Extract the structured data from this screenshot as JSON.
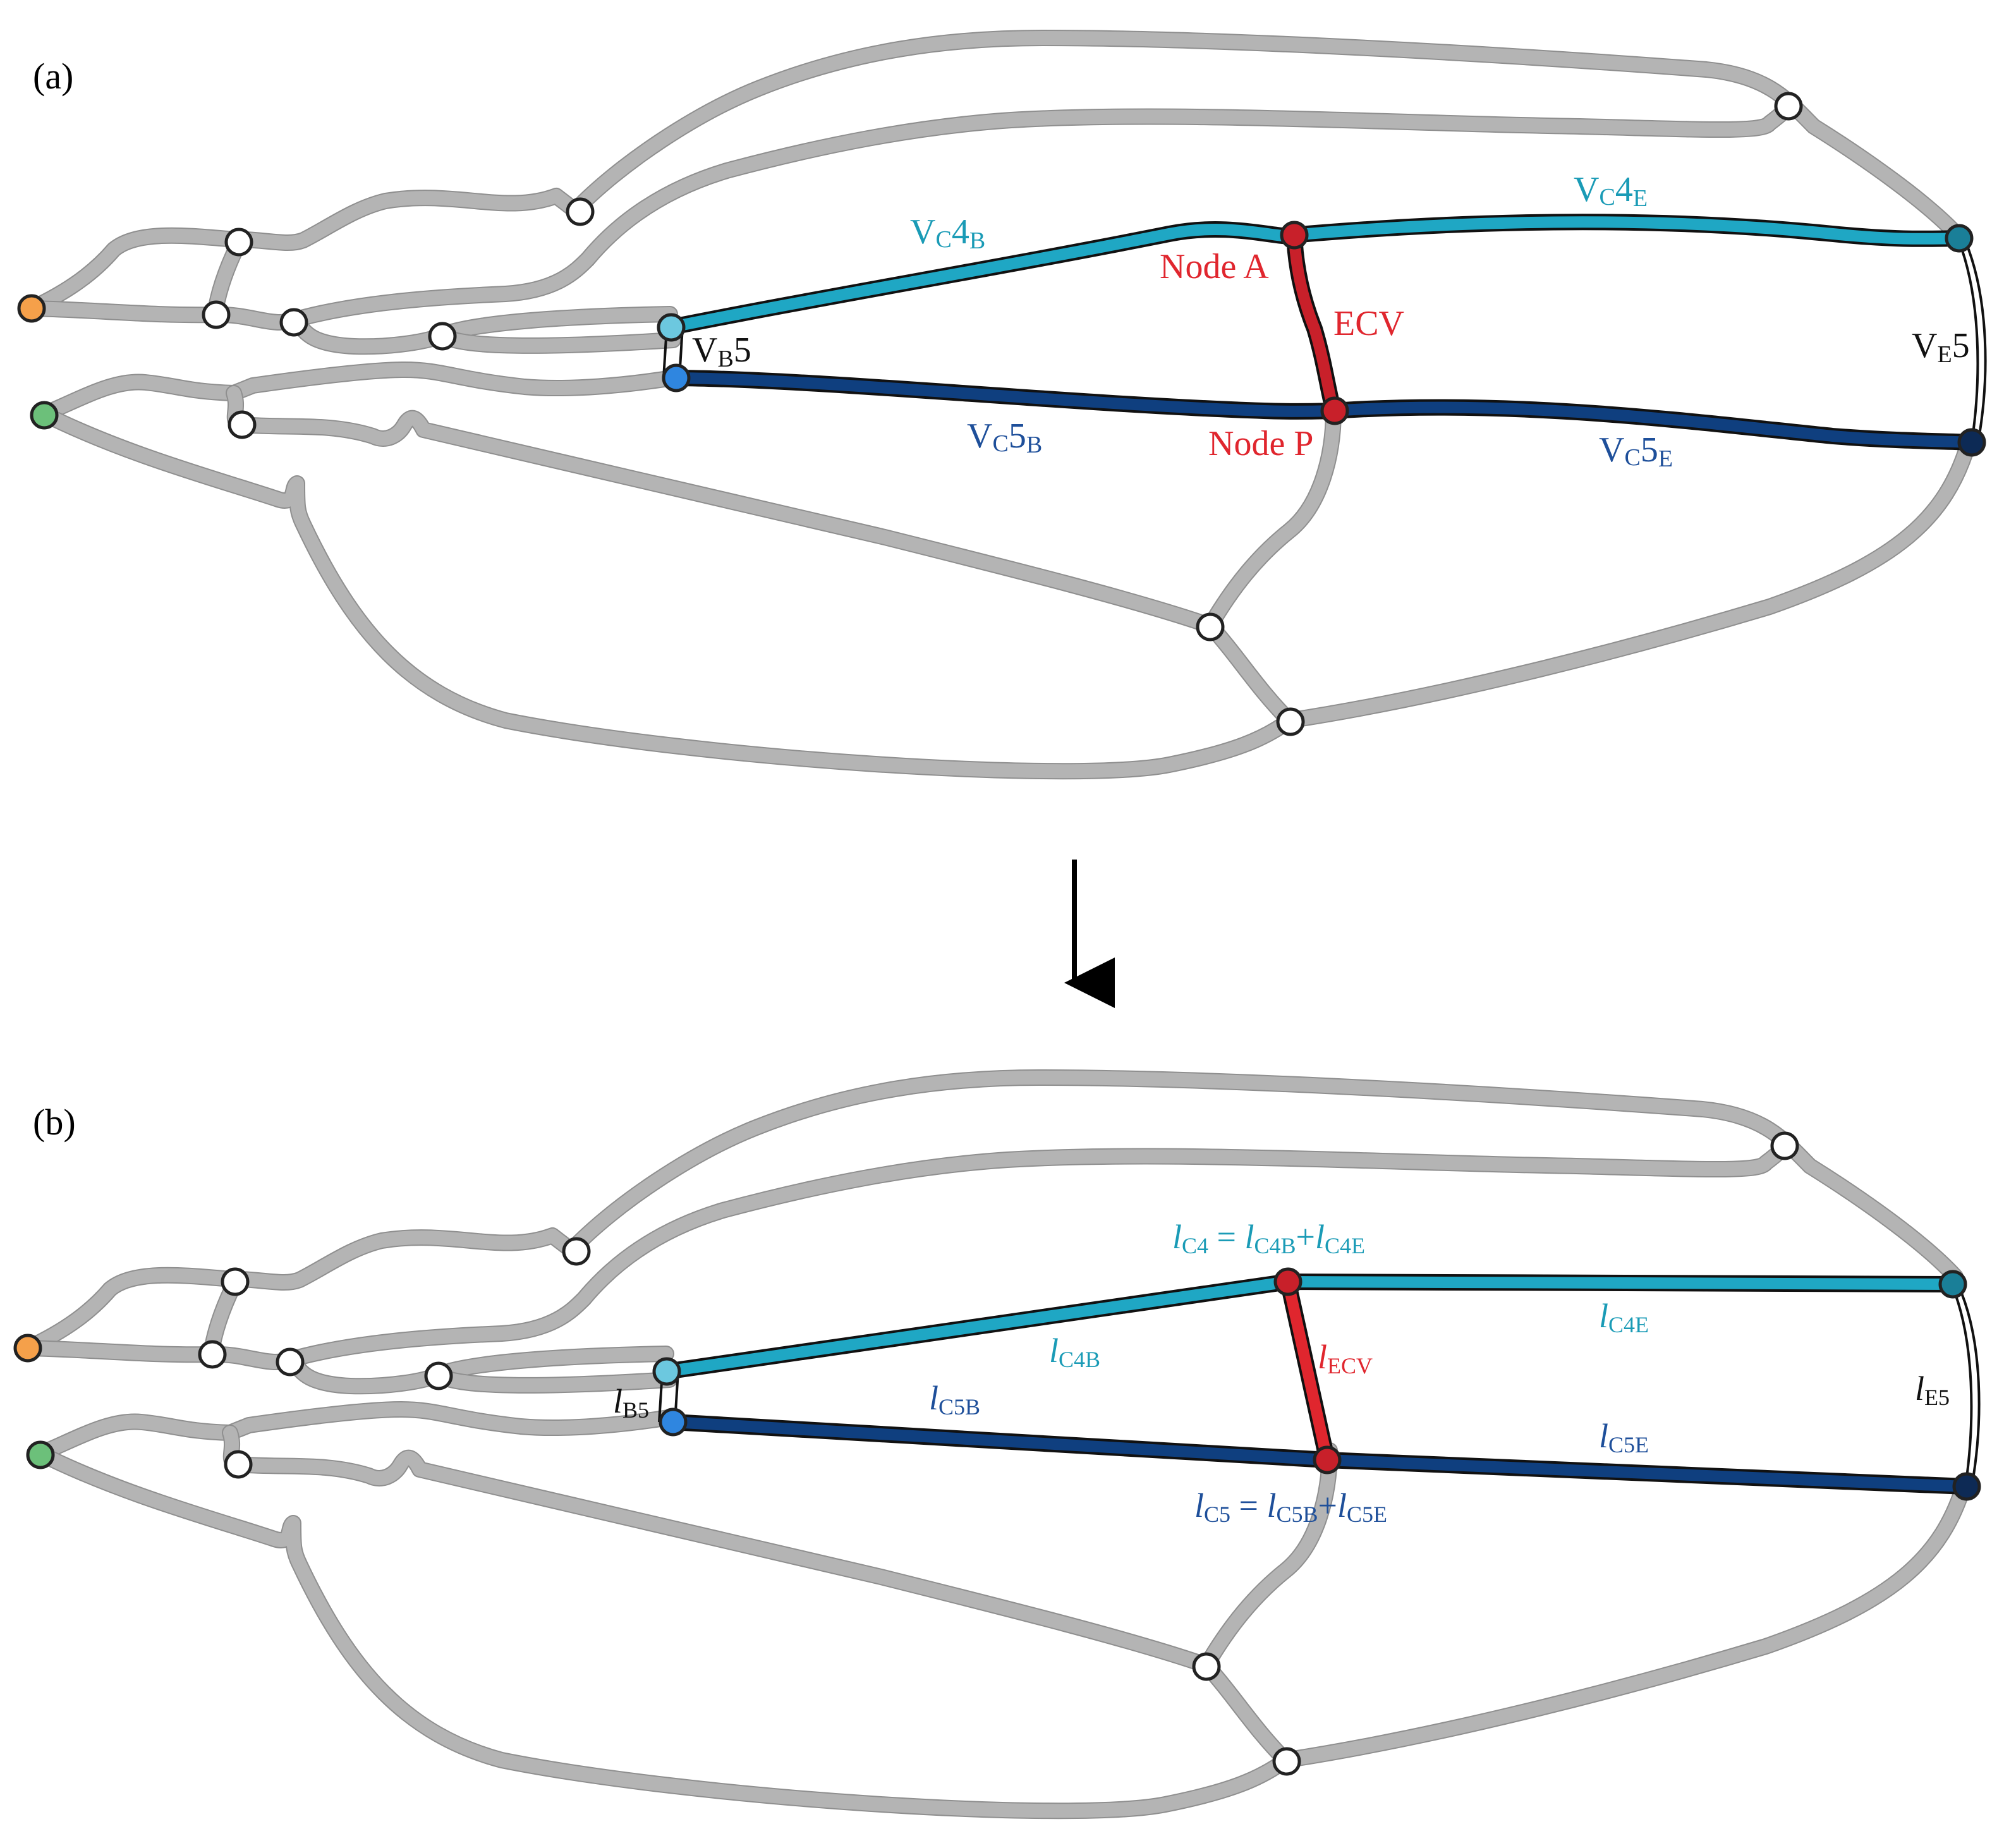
{
  "panel_a": {
    "label": "(a)",
    "vc4b": {
      "main": "V",
      "sub1": "C",
      "num": "4",
      "sub2": "B"
    },
    "vc4e": {
      "main": "V",
      "sub1": "C",
      "num": "4",
      "sub2": "E"
    },
    "vc5b": {
      "main": "V",
      "sub1": "C",
      "num": "5",
      "sub2": "B"
    },
    "vc5e": {
      "main": "V",
      "sub1": "C",
      "num": "5",
      "sub2": "E"
    },
    "vb5": {
      "main": "V",
      "sub": "B",
      "num": "5"
    },
    "ve5": {
      "main": "V",
      "sub": "E",
      "num": "5"
    },
    "node_a": "Node A",
    "node_p": "Node P",
    "ecv": "ECV"
  },
  "panel_b": {
    "label": "(b)",
    "lc4_eq": {
      "l": "l",
      "sub": "C4",
      "eq": " = ",
      "l1": "l",
      "sub1": "C4B",
      "plus": "+",
      "l2": "l",
      "sub2": "C4E"
    },
    "lc5_eq": {
      "l": "l",
      "sub": "C5",
      "eq": " = ",
      "l1": "l",
      "sub1": "C5B",
      "plus": "+",
      "l2": "l",
      "sub2": "C5E"
    },
    "lc4b": {
      "l": "l",
      "sub": "C4B"
    },
    "lc4e": {
      "l": "l",
      "sub": "C4E"
    },
    "lc5b": {
      "l": "l",
      "sub": "C5B"
    },
    "lc5e": {
      "l": "l",
      "sub": "C5E"
    },
    "lecv": {
      "l": "l",
      "sub": "ECV"
    },
    "lb5": {
      "l": "l",
      "sub": "B5"
    },
    "le5": {
      "l": "l",
      "sub": "E5"
    }
  },
  "colors": {
    "vein_gray": "#b4b4b4",
    "cyan_vein": "#1fa7c4",
    "dark_blue_vein": "#0f3f7f",
    "red_vein": "#c8202a",
    "cyan_text": "#1a9bb6",
    "blue_text": "#1e4f9a",
    "red_text": "#e0262e",
    "orange_node": "#f5a04a",
    "green_node": "#6cc07a",
    "light_cyan_node": "#6cc8df",
    "blue_node": "#2f86e0",
    "teal_node": "#1a7f98",
    "navy_node": "#0d2a55",
    "red_node": "#c8202a"
  }
}
